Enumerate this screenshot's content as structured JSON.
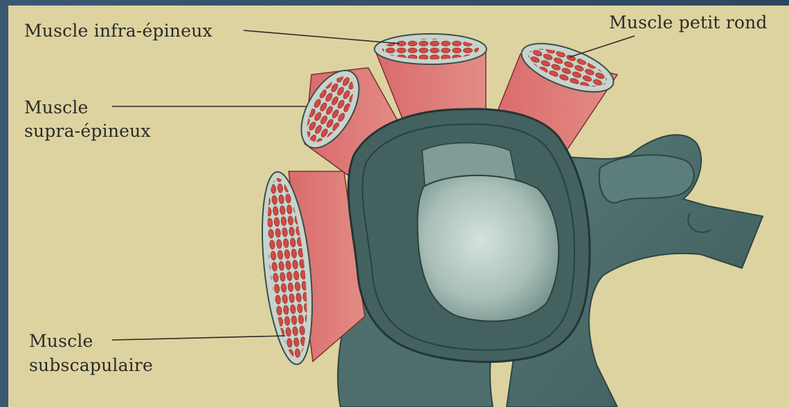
{
  "labels": {
    "infraspinatus": "Muscle infra-épineux",
    "teres_minor": "Muscle petit rond",
    "supraspinatus_line1": "Muscle",
    "supraspinatus_line2": "supra-épineux",
    "subscapularis_line1": "Muscle",
    "subscapularis_line2": "subscapulaire"
  },
  "colors": {
    "background": "#ddd3a0",
    "bone": "#4c6c6b",
    "bone_dark": "#3f5e5d",
    "muscle": "#d97878",
    "muscle_fiber": "#c8453f",
    "cartilage": "#c7d4cc"
  }
}
